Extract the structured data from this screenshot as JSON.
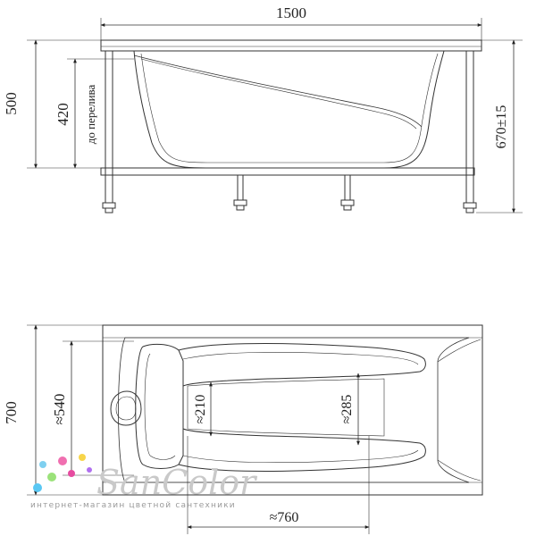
{
  "side_view": {
    "overall_length": "1500",
    "height": "500",
    "overflow_height": "420",
    "overflow_note": "до перелива",
    "total_height": "670±15"
  },
  "top_view": {
    "width": "700",
    "inner_width": "≈540",
    "headrest_width": "≈210",
    "foot_width": "≈285",
    "bottom_length": "≈760"
  },
  "watermark": {
    "brand": "SanColor",
    "tagline": "интернет-магазин цветной сантехники",
    "dot_colors": [
      "#7fd0f0",
      "#f06fb0",
      "#f7d54a",
      "#9be27a",
      "#e64ba0",
      "#59c7f3",
      "#b06ff0"
    ]
  }
}
